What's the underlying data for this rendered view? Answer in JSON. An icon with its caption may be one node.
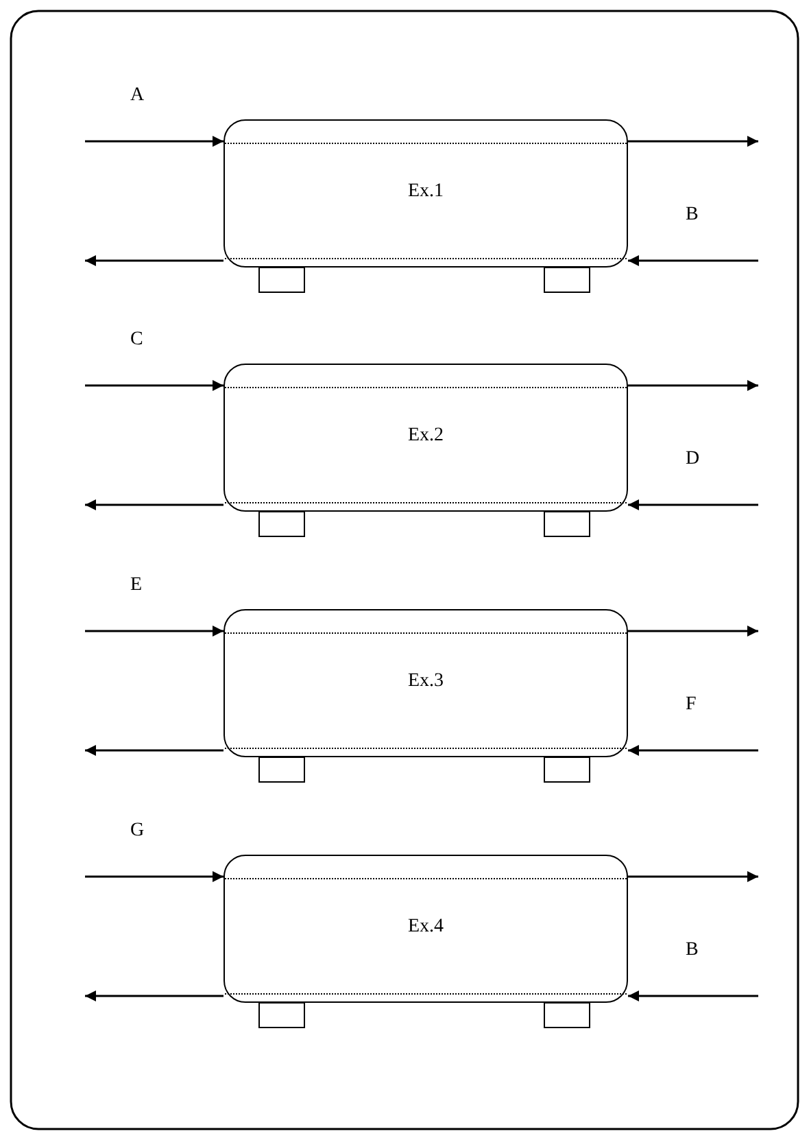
{
  "diagram": {
    "nodes": [
      {
        "text": [
          "Ex.1"
        ]
      },
      {
        "text": [
          "Ex.2"
        ]
      },
      {
        "text": [
          "Ex.3"
        ]
      },
      {
        "text": [
          "Ex.4"
        ]
      }
    ],
    "edges": [
      {
        "from": null,
        "to": 0,
        "arrow": "to"
      },
      {
        "from": 0,
        "to": null,
        "arrow": "to"
      },
      {
        "from": null,
        "to": 0,
        "arrow": "to"
      },
      {
        "from": 0,
        "to": null,
        "arrow": "to"
      },
      {
        "from": null,
        "to": 1,
        "arrow": "to"
      },
      {
        "from": 1,
        "to": null,
        "arrow": "to"
      },
      {
        "from": null,
        "to": 1,
        "arrow": "to"
      },
      {
        "from": 1,
        "to": null,
        "arrow": "to"
      },
      {
        "from": null,
        "to": 2,
        "arrow": "to"
      },
      {
        "from": 2,
        "to": null,
        "arrow": "to"
      },
      {
        "from": null,
        "to": 2,
        "arrow": "to"
      },
      {
        "from": 2,
        "to": null,
        "arrow": "to"
      },
      {
        "from": null,
        "to": 3,
        "arrow": "to"
      },
      {
        "from": 3,
        "to": null,
        "arrow": "to"
      },
      {
        "from": null,
        "to": 3,
        "arrow": "to"
      },
      {
        "from": 3,
        "to": null,
        "arrow": "to"
      }
    ],
    "labels": [
      "A",
      "B",
      "C",
      "D",
      "E",
      "F",
      "G",
      "B"
    ]
  }
}
